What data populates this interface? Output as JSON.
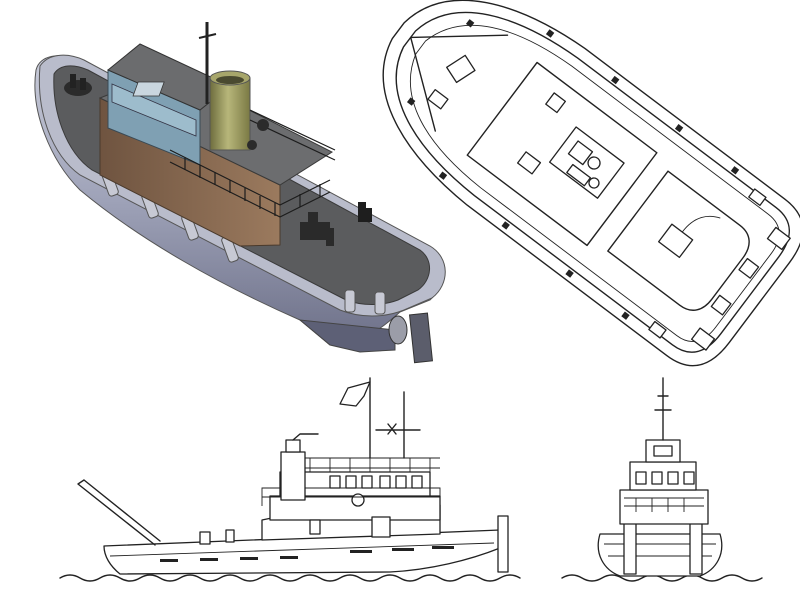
{
  "figure": {
    "views": [
      {
        "id": "isometric",
        "style": "shaded-3d-render"
      },
      {
        "id": "plan",
        "style": "line-drawing"
      },
      {
        "id": "side-elevation",
        "style": "line-drawing"
      },
      {
        "id": "bow-elevation",
        "style": "line-drawing"
      }
    ],
    "colors": {
      "deck": "#5b5c5e",
      "hull": "#9ea2b8",
      "hull_shadow": "#6d7088",
      "house_wood": "#8d6e55",
      "cabin_blue": "#7fa0b3",
      "stack": "#9c9b60",
      "rail": "#1c1c1c",
      "line": "#222222"
    }
  }
}
